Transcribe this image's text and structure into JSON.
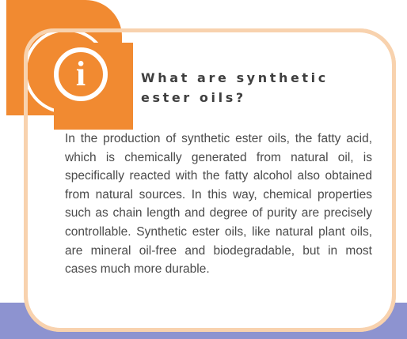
{
  "info_box": {
    "icon": "info-icon",
    "icon_letter": "i",
    "title": "What are synthetic ester oils?",
    "body": "In the production of synthetic ester oils, the fatty acid, which is chemically generated from natural oil, is specifically reacted with the fatty alcohol also obtained from natural sources. In this way, chemical properties such as chain length and degree of purity are precisely con­trollable. Synthetic ester oils, like natural plant oils, are mineral oil-free and biodegradable, but in most cases much more durable."
  },
  "colors": {
    "accent_orange": "#f18a31",
    "border_peach": "#f8d2ae",
    "band_purple": "#8d93d0",
    "text": "#4a4a4a"
  }
}
